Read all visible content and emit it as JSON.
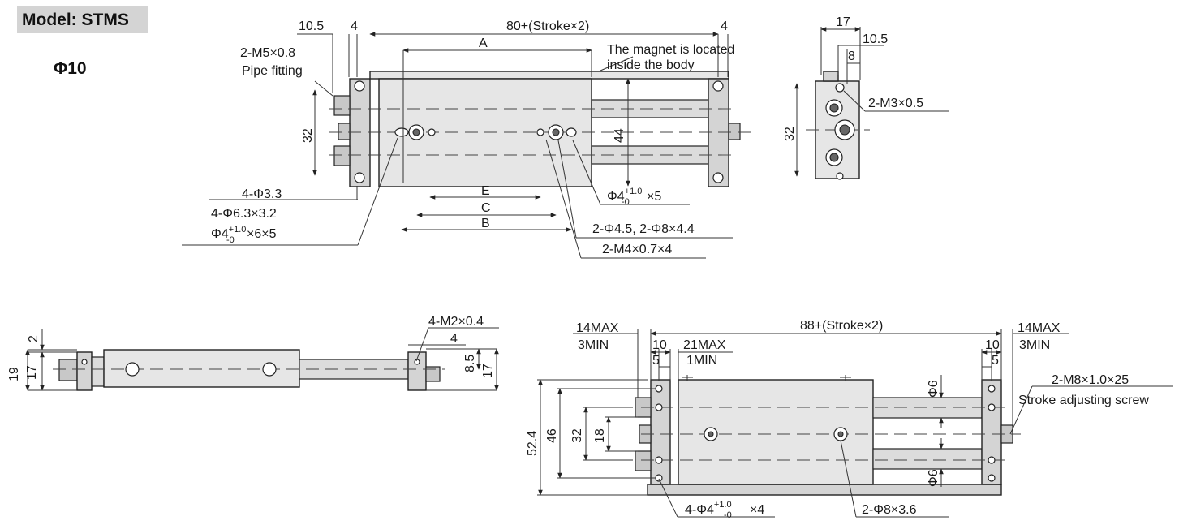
{
  "header": {
    "model_label": "Model: STMS",
    "bore_label": "Φ10"
  },
  "top_view": {
    "stroke_length": "80+(Stroke×2)",
    "dim_left_outer": "10.5",
    "dim_left_inner": "4",
    "dim_right": "4",
    "dim_A": "A",
    "dim_B": "B",
    "dim_C": "C",
    "dim_E": "E",
    "dim_height_32": "32",
    "dim_height_44": "44",
    "magnet_note_line1": "The magnet is located",
    "magnet_note_line2": "inside the body",
    "pipe_note_line1": "2-M5×0.8",
    "pipe_note_line2": "Pipe fitting",
    "hole_note_1": "4-Φ3.3",
    "hole_note_2": "4-Φ6.3×3.2",
    "hole_note_3_base": "Φ4",
    "hole_note_3_sup": "+1.0",
    "hole_note_3_sub": "-0",
    "hole_note_3_tail": "×6×5",
    "pin_note_base": "Φ4",
    "pin_note_sup": "+1.0",
    "pin_note_sub": "-0",
    "pin_note_tail": "×5",
    "counterbore_note": "2-Φ4.5,  2-Φ8×4.4",
    "thread_note": "2-M4×0.7×4"
  },
  "end_view": {
    "dim_17": "17",
    "dim_10_5": "10.5",
    "dim_8": "8",
    "dim_32": "32",
    "thread_note": "2-M3×0.5"
  },
  "side_view": {
    "dim_2": "2",
    "dim_19": "19",
    "dim_17_left": "17",
    "thread_note": "4-M2×0.4",
    "dim_4": "4",
    "dim_8_5": "8.5",
    "dim_17_right": "17"
  },
  "bottom_view": {
    "stroke_length": "88+(Stroke×2)",
    "left_max": "14MAX",
    "left_min": "3MIN",
    "right_max": "14MAX",
    "right_min": "3MIN",
    "dim_10_left": "10",
    "dim_5_left": "5",
    "mid_max": "21MAX",
    "mid_min": "1MIN",
    "dim_10_right": "10",
    "dim_5_right": "5",
    "dim_52_4": "52.4",
    "dim_46": "46",
    "dim_32": "32",
    "dim_18": "18",
    "dim_phi6_top": "Φ6",
    "dim_phi6_bottom": "Φ6",
    "screw_note_line1": "2-M8×1.0×25",
    "screw_note_line2": "Stroke adjusting screw",
    "hole_note_base": "4-Φ4",
    "hole_note_sup": "+1.0",
    "hole_note_sub": "-0",
    "hole_note_tail": "×4",
    "counterbore_note": "2-Φ8×3.6"
  }
}
